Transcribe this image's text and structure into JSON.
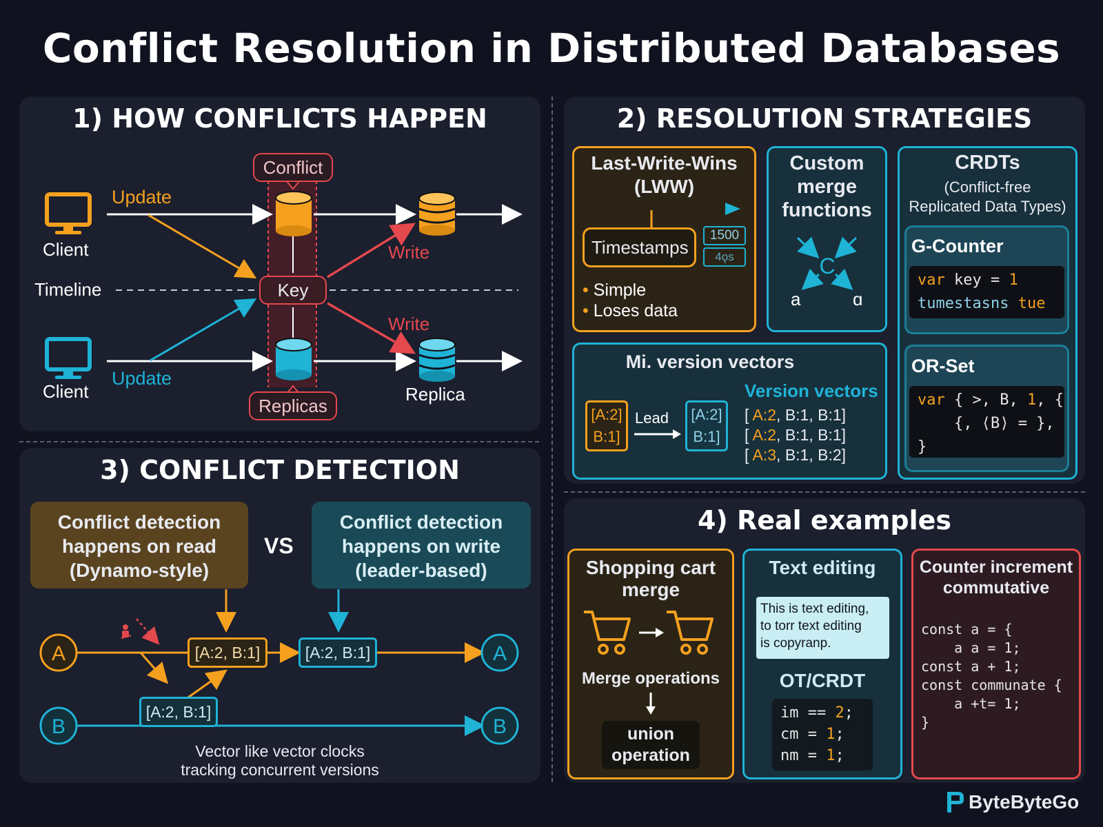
{
  "title": "Conflict Resolution in Distributed Databases",
  "colors": {
    "orange": "#f5a11f",
    "blue": "#1fb3d6",
    "red": "#e5484d",
    "bg": "#10131f"
  },
  "section1": {
    "heading": "1) HOW CONFLICTS HAPPEN",
    "conflict_label": "Conflict",
    "client_top": "Client",
    "client_bottom": "Client",
    "update_top": "Update",
    "update_bottom": "Update",
    "timeline": "Timeline",
    "key": "Key",
    "write_top": "Write",
    "write_bottom": "Write",
    "replicas": "Replicas",
    "replica": "Replica"
  },
  "section2": {
    "heading": "2) RESOLUTION STRATEGIES",
    "lww": {
      "title_line1": "Last-Write-Wins",
      "title_line2": "(LWW)",
      "timestamps": "Timestamps",
      "ts1": "1500",
      "ts2": "4ǫs",
      "bullet1": "Simple",
      "bullet2": "Loses data"
    },
    "custom": {
      "line1": "Custom",
      "line2": "merge",
      "line3": "functions",
      "c": "C",
      "a": "a",
      "q": "ɑ"
    },
    "crdts": {
      "title": "CRDTs",
      "sub1": "(Conflict-free",
      "sub2": "Replicated Data Types)",
      "gcounter": "G-Counter",
      "g_line1_a": "var",
      "g_line1_b": " key = ",
      "g_line1_c": "1",
      "g_line2_a": "tumestasns",
      "g_line2_b": " tue",
      "orset": "OR-Set",
      "o_line1_a": "var",
      "o_line1_b": " { >, B, ",
      "o_line1_c": "1",
      "o_line1_d": ", {",
      "o_line2": "    {, ⟨B⟩ = },",
      "o_line3": "}"
    },
    "vv": {
      "title": "Mi. version vectors",
      "box1_line1": "[A:2]",
      "box1_line2": "B:1]",
      "lead": "Lead",
      "box2_line1": "[A:2]",
      "box2_line2": "B:1]",
      "subtitle": "Version vectors",
      "rows": [
        {
          "a": "A:2",
          "rest": ", B:1, B:1]"
        },
        {
          "a": "A:2",
          "rest": ", B:1, B:1]"
        },
        {
          "a": "A:3",
          "rest": ", B:1, B:2]"
        }
      ]
    }
  },
  "section3": {
    "heading": "3) CONFLICT DETECTION",
    "read_line1": "Conflict detection",
    "read_line2": "happens on read",
    "read_line3": "(Dynamo-style)",
    "vs": "VS",
    "write_line1": "Conflict detection",
    "write_line2": "happens on write",
    "write_line3": "(leader-based)",
    "node_a": "A",
    "node_b": "B",
    "vc1": "[A:2, B:1]",
    "vc2": "[A:2, B:1]",
    "vc3": "[A:2, B:1]",
    "caption1": "Vector like vector clocks",
    "caption2": "tracking concurrent versions"
  },
  "section4": {
    "heading": "4) Real examples",
    "cart_line1": "Shopping cart",
    "cart_line2": "merge",
    "merge_ops": "Merge operations",
    "union_line1": "union",
    "union_line2": "operation",
    "text_title": "Text editing",
    "note_line1": "This is text editing,",
    "note_line2": "to torr text editing",
    "note_line3": "is copyranp.",
    "otcrdt": "OT/CRDT",
    "ot_code": [
      {
        "v": "im",
        "op": " == ",
        "n": "2",
        "t": ";"
      },
      {
        "v": "cm",
        "op": " = ",
        "n": "1",
        "t": ";"
      },
      {
        "v": "nm",
        "op": " = ",
        "n": "1",
        "t": ";"
      }
    ],
    "counter_line1": "Counter increment",
    "counter_line2": "commutative",
    "counter_code": [
      "const a = {",
      "    a a = 1;",
      "const a + 1;",
      "const communate {",
      "    a +t= 1;",
      "}"
    ]
  },
  "brand": "ByteByteGo"
}
